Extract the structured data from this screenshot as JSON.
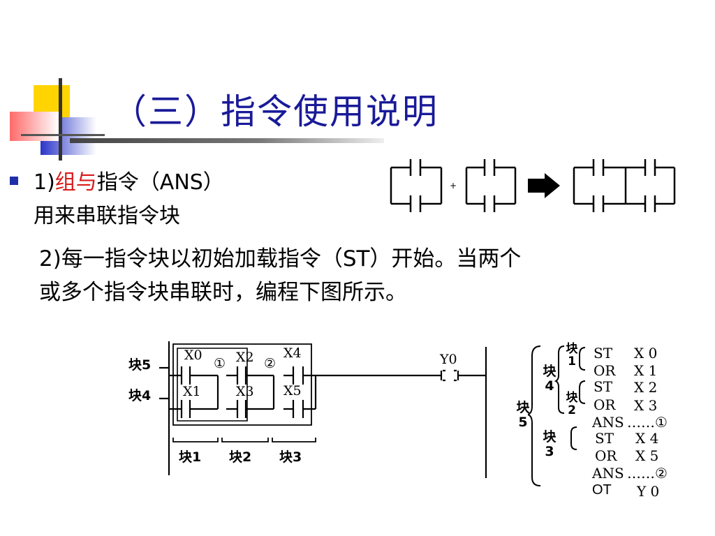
{
  "title": "（三）指令使用说明",
  "bullet1": {
    "num": "1)",
    "red": "组与",
    "rest": "指令（ANS）"
  },
  "line2": "用来串联指令块",
  "para2": {
    "line1": "2)每一指令块以初始加载指令（ST）开始。当两个",
    "line2": "或多个指令块串联时，编程下图所示。"
  },
  "top_diagram": {
    "plus": "+"
  },
  "ladder": {
    "left_labels": [
      "块5",
      "块4"
    ],
    "contacts_top": [
      "X0",
      "X2",
      "X4"
    ],
    "contacts_bottom": [
      "X1",
      "X3",
      "X5"
    ],
    "circled": [
      "①",
      "②"
    ],
    "output": "Y0",
    "bottom_labels": [
      "块1",
      "块2",
      "块3"
    ]
  },
  "program": {
    "blocks": {
      "b1": "块\n1",
      "b2": "块\n2",
      "b3": "块\n3",
      "b4": "块\n4",
      "b5": "块\n5"
    },
    "rows": [
      {
        "op": "ST",
        "arg": "X 0"
      },
      {
        "op": "OR",
        "arg": "X 1"
      },
      {
        "op": "ST",
        "arg": "X 2"
      },
      {
        "op": "OR",
        "arg": "X 3"
      },
      {
        "op": "ANS",
        "arg": "……①"
      },
      {
        "op": "ST",
        "arg": "X 4"
      },
      {
        "op": "OR",
        "arg": "X 5"
      },
      {
        "op": "ANS",
        "arg": "……②"
      },
      {
        "op": "OT",
        "arg": "Y 0"
      }
    ]
  }
}
